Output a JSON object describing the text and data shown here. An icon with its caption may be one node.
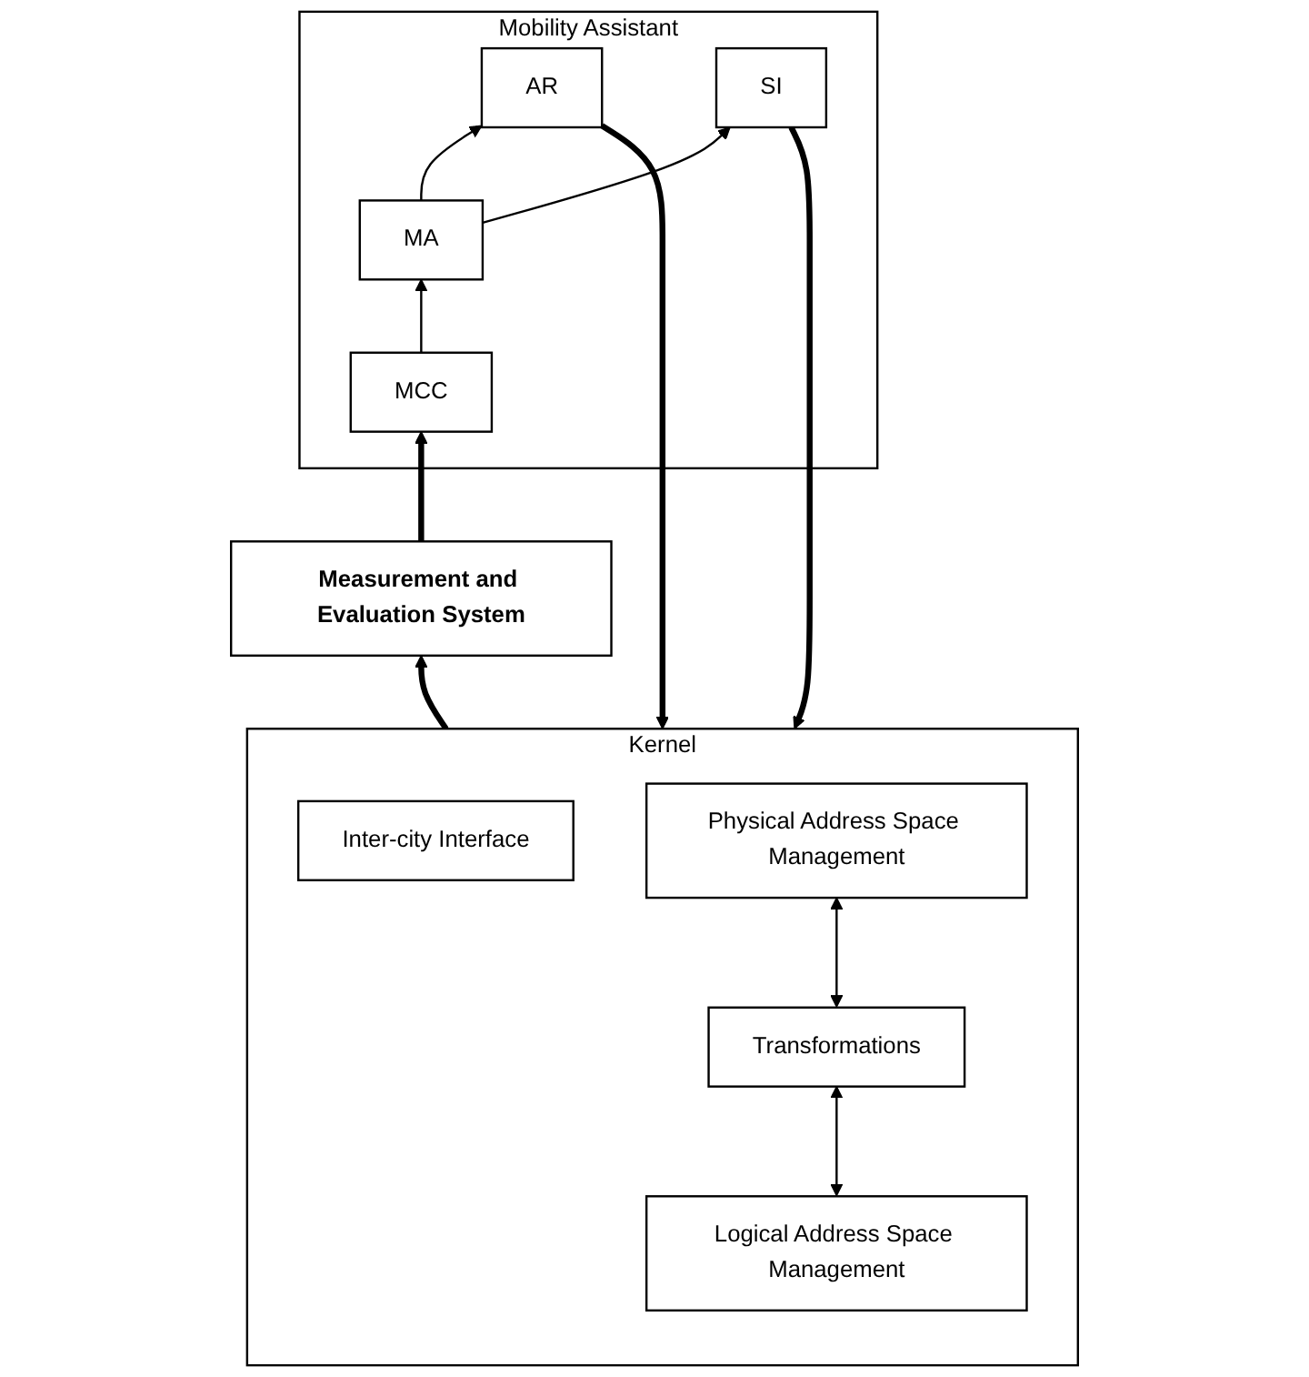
{
  "diagram": {
    "nodes": [
      {
        "text": [
          "Mobility Assistant"
        ]
      },
      {
        "text": [
          "MCC"
        ],
        "in": 0
      },
      {
        "text": [
          "MA"
        ],
        "in": 0
      },
      {
        "text": [
          "AR"
        ],
        "in": 0
      },
      {
        "text": [
          "SI"
        ],
        "in": 0
      },
      {
        "text": [
          "Measurement and Evaluation System"
        ]
      },
      {
        "text": [
          "Kernel"
        ]
      },
      {
        "text": [
          "Inter-city Interface"
        ],
        "in": 6
      },
      {
        "text": [
          "Logical Address Space Management"
        ],
        "in": 6
      },
      {
        "text": [
          "Transformations"
        ],
        "in": 6
      },
      {
        "text": [
          "Physical Address Space Management"
        ],
        "in": 6
      }
    ],
    "edges": [
      {
        "from": 1,
        "to": 2,
        "arrow": "to"
      },
      {
        "from": 2,
        "to": 3,
        "arrow": "to"
      },
      {
        "from": 2,
        "to": 4,
        "arrow": "to"
      },
      {
        "from": 5,
        "to": 1,
        "arrow": "to",
        "style": "thick"
      },
      {
        "from": 6,
        "to": 5,
        "arrow": "to",
        "style": "thick"
      },
      {
        "from": 3,
        "to": 6,
        "arrow": "to",
        "style": "thick"
      },
      {
        "from": 4,
        "to": 6,
        "arrow": "to",
        "style": "thick"
      },
      {
        "from": 8,
        "to": 9,
        "arrow": "both"
      },
      {
        "from": 9,
        "to": 10,
        "arrow": "both"
      }
    ]
  }
}
